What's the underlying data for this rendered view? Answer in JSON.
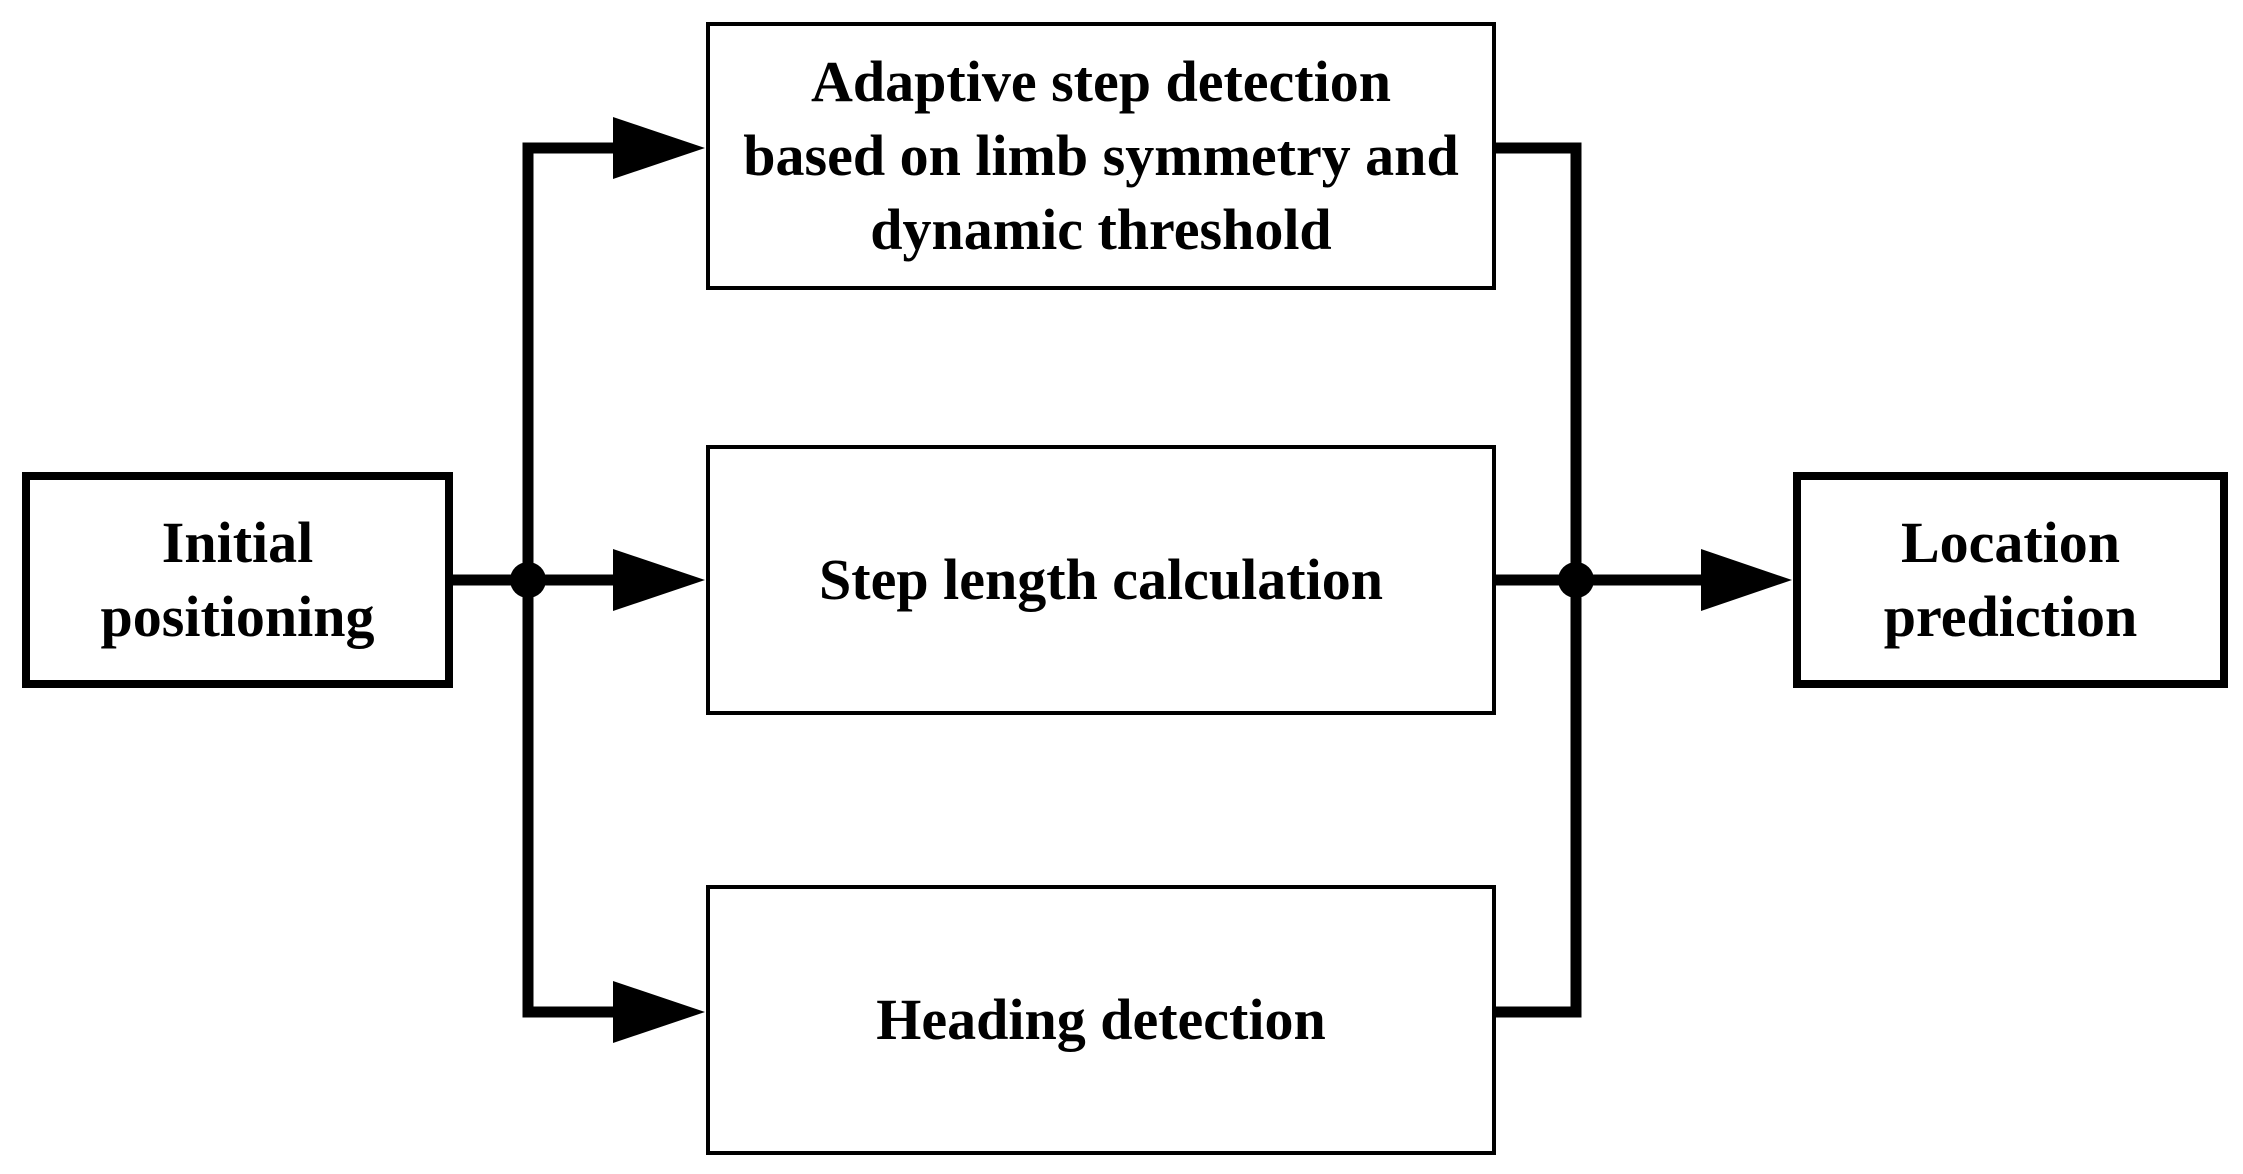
{
  "nodes": {
    "initial_positioning": {
      "label": [
        "Initial",
        "positioning"
      ]
    },
    "adaptive_step_detection": {
      "label": [
        "Adaptive step detection",
        "based on limb symmetry and",
        "dynamic threshold"
      ]
    },
    "step_length_calculation": {
      "label": [
        "Step length calculation"
      ]
    },
    "heading_detection": {
      "label": [
        "Heading detection"
      ]
    },
    "location_prediction": {
      "label": [
        "Location",
        "prediction"
      ]
    }
  },
  "edges": [
    {
      "from": "initial_positioning",
      "to": "adaptive_step_detection"
    },
    {
      "from": "initial_positioning",
      "to": "step_length_calculation"
    },
    {
      "from": "initial_positioning",
      "to": "heading_detection"
    },
    {
      "from": "adaptive_step_detection",
      "to": "location_prediction"
    },
    {
      "from": "step_length_calculation",
      "to": "location_prediction"
    },
    {
      "from": "heading_detection",
      "to": "location_prediction"
    }
  ],
  "colors": {
    "background": "#ffffff",
    "line": "#000000",
    "text": "#000000",
    "node_fill": "#ffffff",
    "node_border": "#000000"
  }
}
